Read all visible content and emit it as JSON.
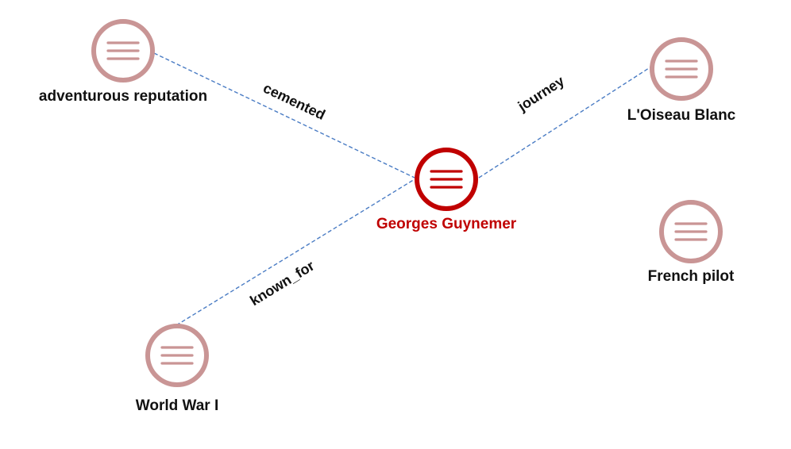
{
  "colors": {
    "background": "#ffffff",
    "edge": "#4a7cc4",
    "node_default_ring": "#c99595",
    "node_default_label": "#111111",
    "node_focus_ring": "#c00000",
    "node_focus_label": "#c00000"
  },
  "nodes": [
    {
      "id": "center",
      "label": "Georges Guynemer",
      "focus": true,
      "icon": "hamburger-menu-icon"
    },
    {
      "id": "adventurous",
      "label": "adventurous reputation",
      "focus": false,
      "icon": "hamburger-menu-icon"
    },
    {
      "id": "oiseau",
      "label": "L'Oiseau Blanc",
      "focus": false,
      "icon": "hamburger-menu-icon"
    },
    {
      "id": "french",
      "label": "French pilot",
      "focus": false,
      "icon": "hamburger-menu-icon"
    },
    {
      "id": "wwi",
      "label": "World War I",
      "focus": false,
      "icon": "hamburger-menu-icon"
    }
  ],
  "edges": [
    {
      "from": "adventurous",
      "to": "center",
      "label": "cemented"
    },
    {
      "from": "center",
      "to": "oiseau",
      "label": "journey"
    },
    {
      "from": "wwi",
      "to": "center",
      "label": "known_for"
    }
  ]
}
